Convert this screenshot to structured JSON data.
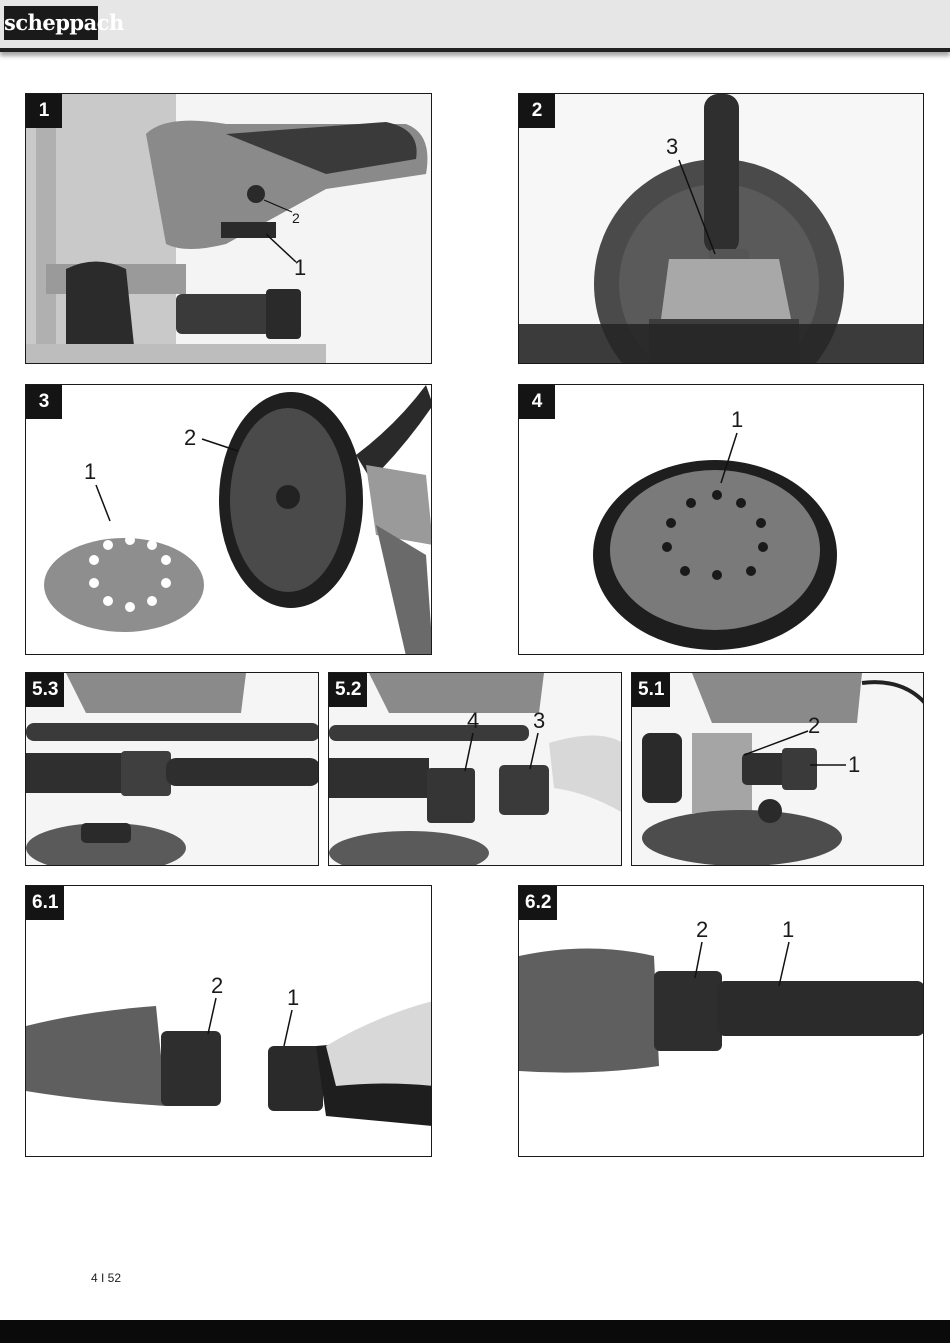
{
  "brand": {
    "logo_text": "scheppach"
  },
  "figures": {
    "f1": {
      "label": "1",
      "callouts": [
        "1",
        "2"
      ]
    },
    "f2": {
      "label": "2",
      "callouts": [
        "3"
      ]
    },
    "f3": {
      "label": "3",
      "callouts": [
        "1",
        "2"
      ]
    },
    "f4": {
      "label": "4",
      "callouts": [
        "1"
      ]
    },
    "f53": {
      "label": "5.3",
      "callouts": []
    },
    "f52": {
      "label": "5.2",
      "callouts": [
        "4",
        "3"
      ]
    },
    "f51": {
      "label": "5.1",
      "callouts": [
        "2",
        "1"
      ]
    },
    "f61": {
      "label": "6.1",
      "callouts": [
        "2",
        "1"
      ]
    },
    "f62": {
      "label": "6.2",
      "callouts": [
        "2",
        "1"
      ]
    }
  },
  "page_number": "4 I 52"
}
